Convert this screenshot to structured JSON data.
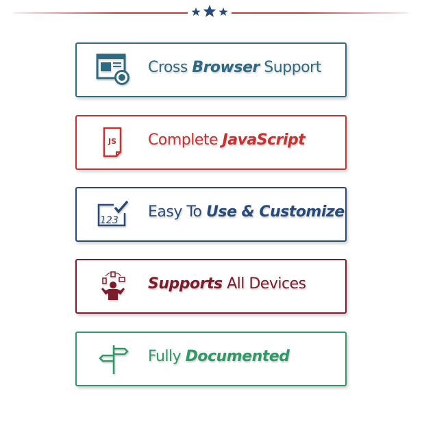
{
  "colors": {
    "cross": "#2e6b80",
    "js": "#c9302f",
    "easy": "#274a78",
    "devices": "#7b1b2b",
    "docs": "#2f9a68",
    "divider": "#c0393b",
    "stars": "#274a78"
  },
  "features": [
    {
      "plain_before": "Cross ",
      "bold": "Browser",
      "plain_after": " Support",
      "icon": "browser-gear-icon"
    },
    {
      "plain_before": "Complete ",
      "bold": "JavaScript",
      "plain_after": "",
      "icon": "js-file-icon",
      "icon_text": "JS"
    },
    {
      "plain_before": "Easy To ",
      "bold": "Use & Customize",
      "plain_after": "",
      "icon": "checkbox-123-icon",
      "icon_text": "123"
    },
    {
      "plain_before": "",
      "bold": "Supports",
      "plain_after": " All Devices",
      "icon": "person-devices-icon"
    },
    {
      "plain_before": "Fully ",
      "bold": "Documented",
      "plain_after": "",
      "icon": "signpost-icon"
    }
  ]
}
